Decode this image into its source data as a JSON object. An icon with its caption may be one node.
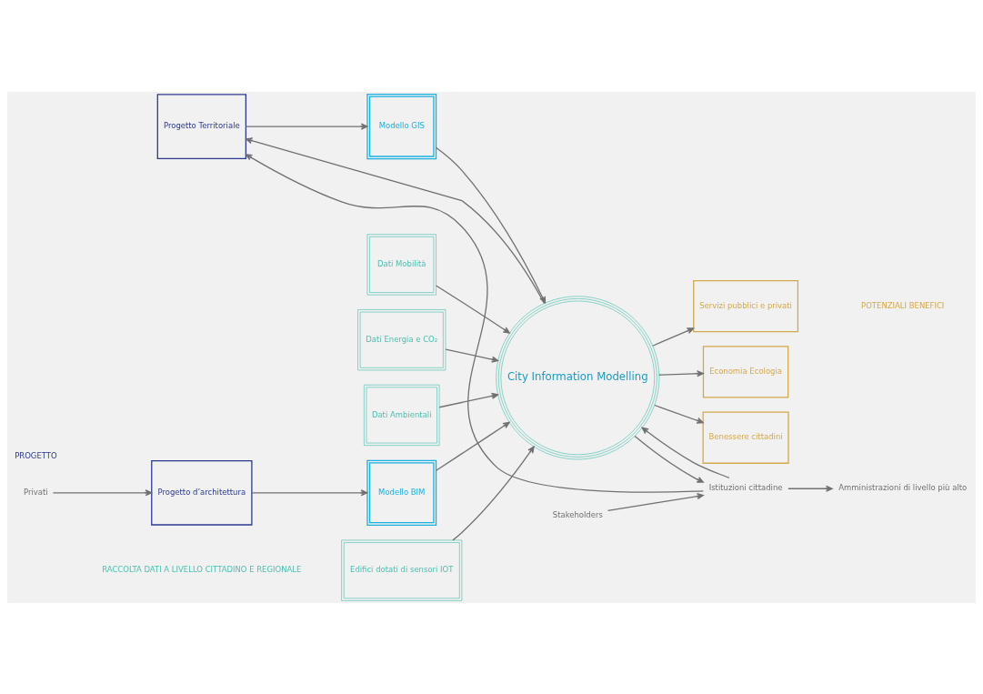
{
  "diagram": {
    "nodes": [
      {
        "text": [
          "Edifici dotati di sensori IOT"
        ]
      },
      {
        "text": [
          "Dati Mobilità"
        ]
      },
      {
        "text": [
          "Dati Energia e CO₂"
        ]
      },
      {
        "text": [
          "Dati Ambientali"
        ]
      },
      {
        "text": [
          "Privati"
        ]
      },
      {
        "text": [
          "Progetto d’architettura"
        ]
      },
      {
        "text": [
          "Progetto Territoriale"
        ]
      },
      {
        "text": [
          "Modello BIM"
        ]
      },
      {
        "text": [
          "Modello GIS"
        ]
      },
      {
        "text": [
          "City Information Modelling"
        ]
      },
      {
        "text": [
          "Servizi pubblici e privati"
        ]
      },
      {
        "text": [
          "Economia Ecologia"
        ]
      },
      {
        "text": [
          "Benessere cittadini"
        ]
      },
      {
        "text": [
          "Istituzioni cittadine"
        ]
      },
      {
        "text": [
          "Amministrazioni di livello più alto"
        ]
      },
      {
        "text": [
          "Stakeholders"
        ]
      }
    ],
    "edges": [
      {
        "from": 0,
        "to": 9,
        "arrow": "to"
      },
      {
        "from": 1,
        "to": 9,
        "arrow": "to"
      },
      {
        "from": 2,
        "to": 9,
        "arrow": "to"
      },
      {
        "from": 3,
        "to": 9,
        "arrow": "to"
      },
      {
        "from": 4,
        "to": 5,
        "arrow": "to"
      },
      {
        "from": 5,
        "to": 7,
        "arrow": "to"
      },
      {
        "from": 6,
        "to": 8,
        "arrow": "to"
      },
      {
        "from": 7,
        "to": 9,
        "arrow": "to"
      },
      {
        "from": 8,
        "to": 9,
        "arrow": "to"
      },
      {
        "from": 9,
        "to": 10,
        "arrow": "to"
      },
      {
        "from": 9,
        "to": 11,
        "arrow": "to"
      },
      {
        "from": 9,
        "to": 12,
        "arrow": "to"
      },
      {
        "from": 13,
        "to": 9,
        "arrow": "to"
      },
      {
        "from": 9,
        "to": 13,
        "arrow": "to"
      },
      {
        "from": 9,
        "to": 6,
        "arrow": "to"
      },
      {
        "from": 13,
        "to": 6,
        "arrow": "to"
      },
      {
        "from": 13,
        "to": 14,
        "arrow": "to"
      },
      {
        "from": 15,
        "to": 13,
        "arrow": "to"
      }
    ],
    "labels": [
      "RACCOLTA DATI A LIVELLO CITTADINO E REGIONALE",
      "PROGETTO",
      "POTENZIALI BENEFICI"
    ]
  }
}
